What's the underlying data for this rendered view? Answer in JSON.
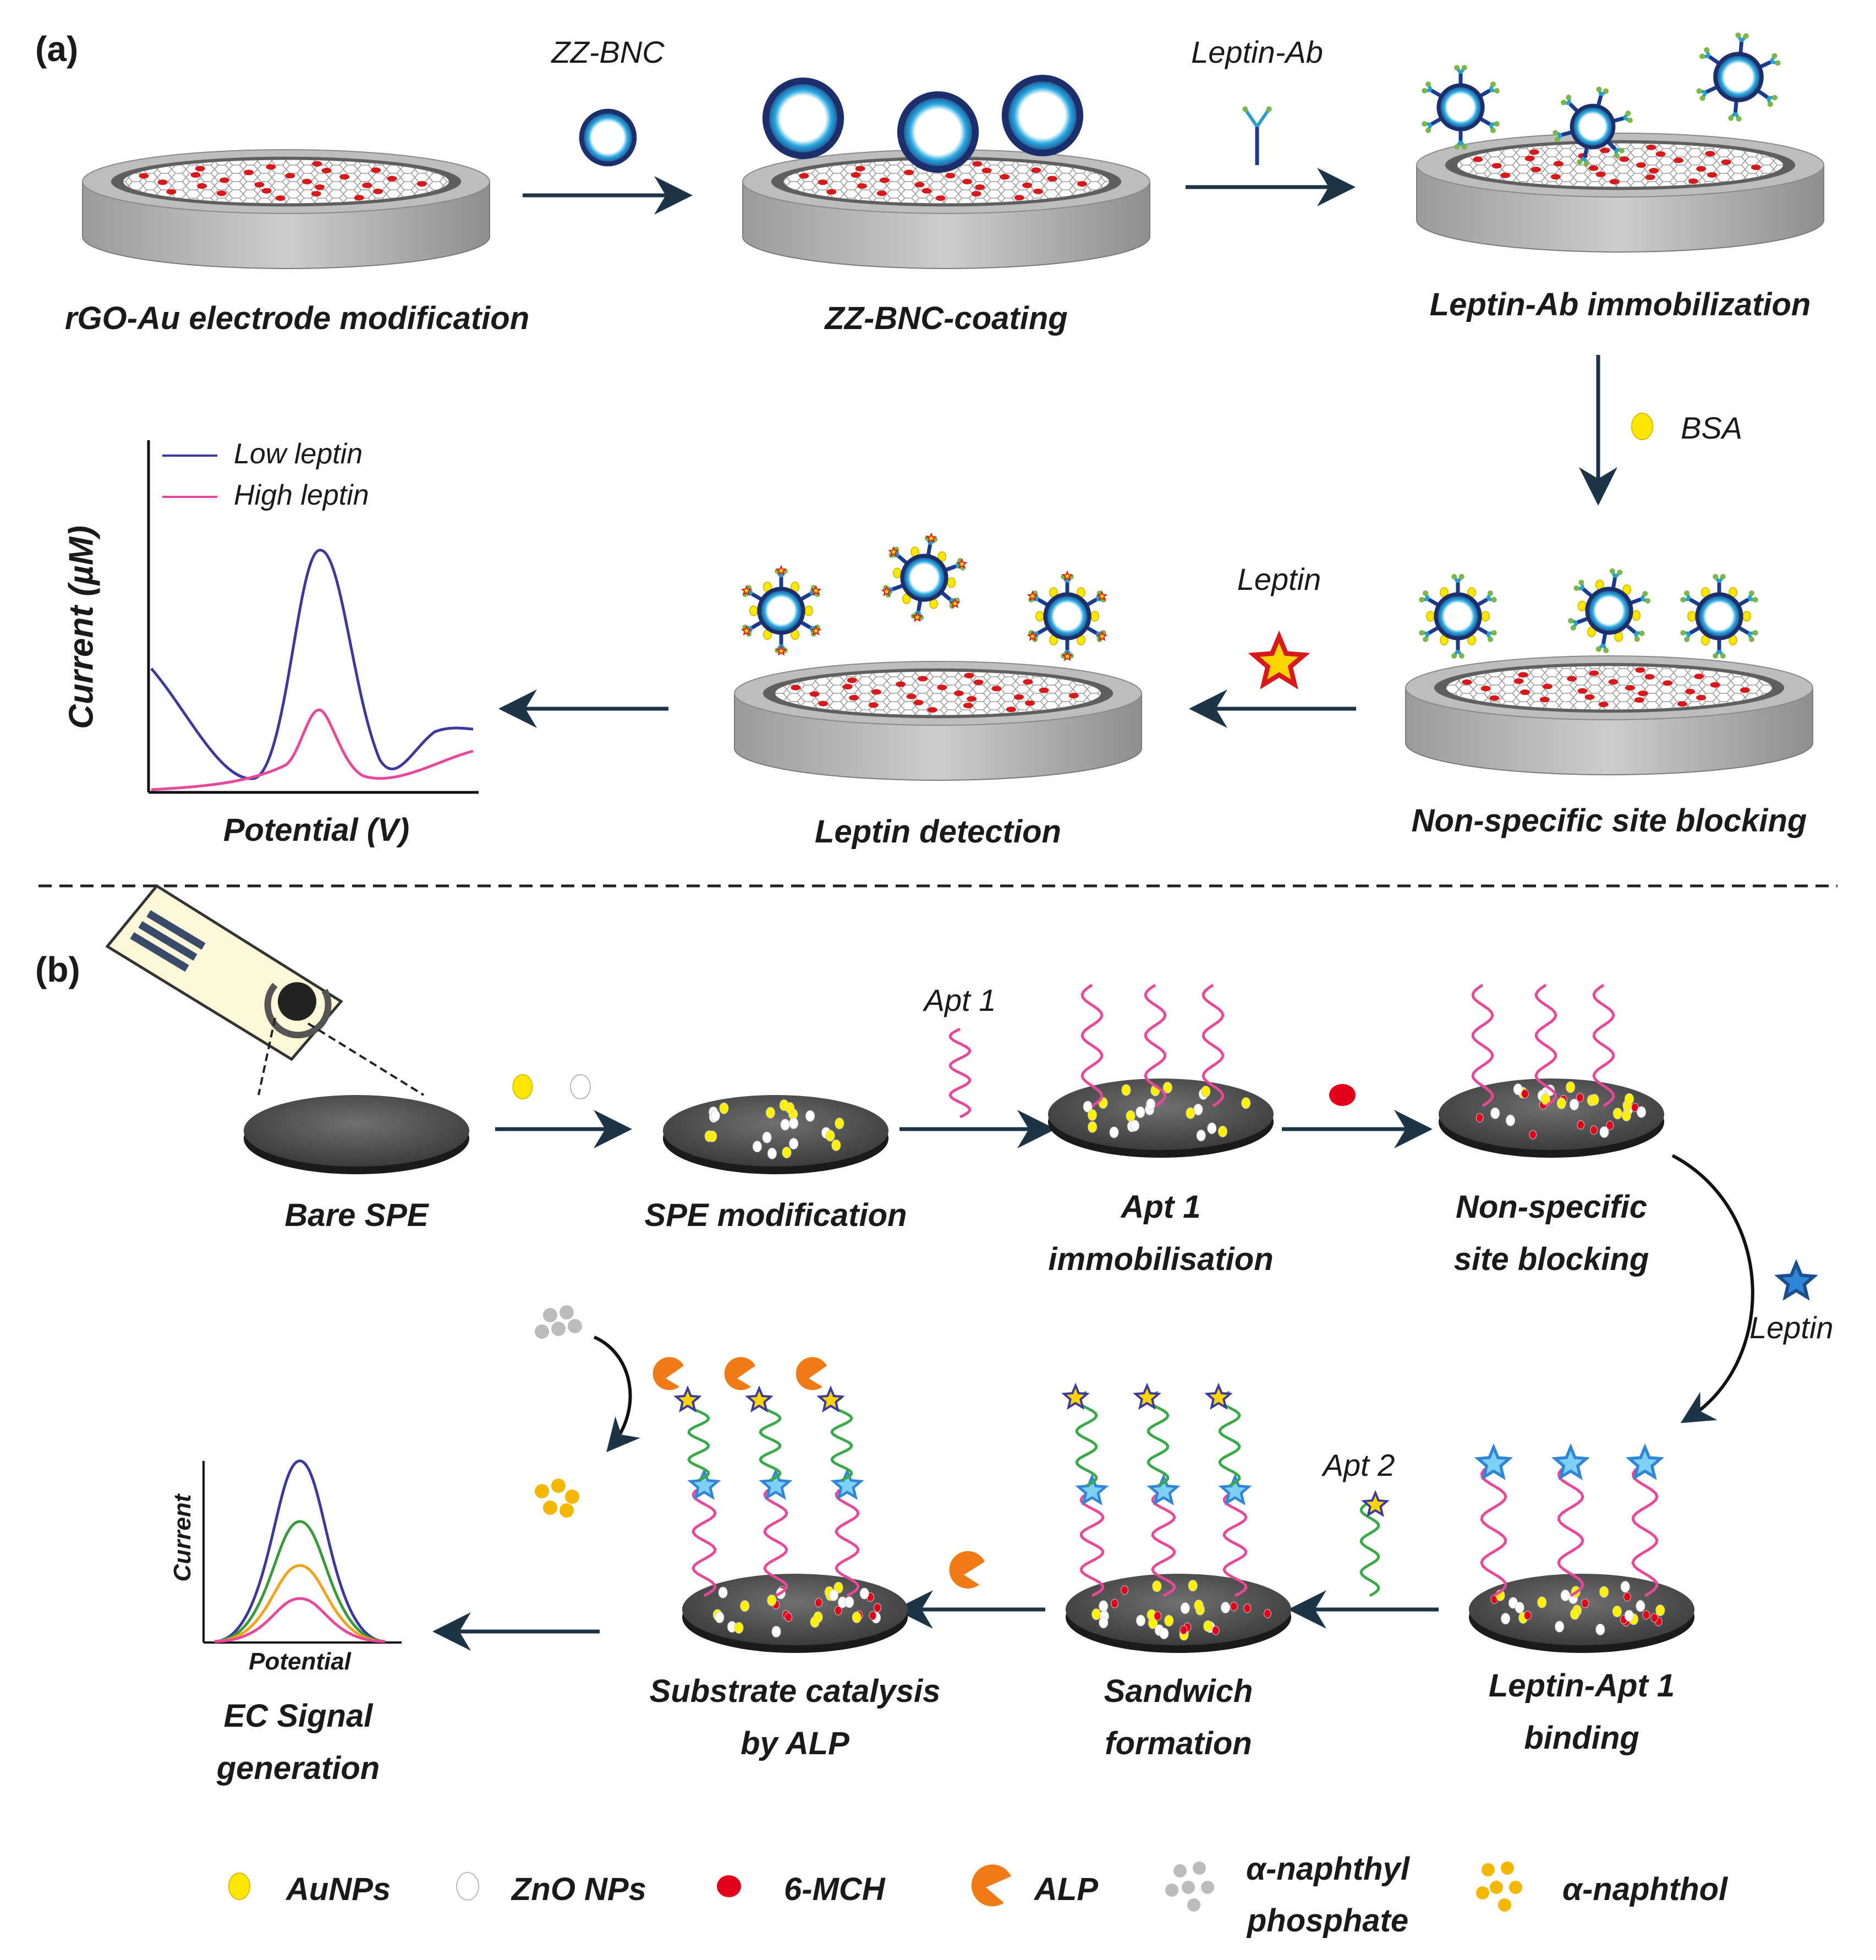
{
  "panel_a": {
    "label": "(a)",
    "steps": {
      "electrode": "rGO-Au electrode modification",
      "coating": "ZZ-BNC-coating",
      "ab_immob": "Leptin-Ab immobilization",
      "blocking": "Non-specific site blocking",
      "detection": "Leptin detection"
    },
    "reagents": {
      "zzbnc": "ZZ-BNC",
      "leptin_ab": "Leptin-Ab",
      "bsa": "BSA",
      "leptin": "Leptin"
    },
    "plot": {
      "xlabel": "Potential (V)",
      "ylabel": "Current (µM)",
      "legend": [
        "Low leptin",
        "High leptin"
      ],
      "colors": {
        "low": "#3b3a9c",
        "high": "#e8489a"
      }
    }
  },
  "panel_b": {
    "label": "(b)",
    "steps": {
      "bare": "Bare SPE",
      "modification": "SPE modification",
      "apt1_l1": "Apt 1",
      "apt1_l2": "immobilisation",
      "block_l1": "Non-specific",
      "block_l2": "site blocking",
      "binding_l1": "Leptin-Apt 1",
      "binding_l2": "binding",
      "sandwich_l1": "Sandwich",
      "sandwich_l2": "formation",
      "catalysis_l1": "Substrate catalysis",
      "catalysis_l2": "by ALP",
      "signal_l1": "EC Signal",
      "signal_l2": "generation"
    },
    "reagents": {
      "apt1": "Apt 1",
      "apt2": "Apt 2",
      "leptin": "Leptin"
    },
    "plot": {
      "xlabel": "Potential",
      "ylabel": "Current",
      "colors": [
        "#3b3a9c",
        "#3a9a3a",
        "#f4a21c",
        "#e8489a"
      ]
    },
    "legend": [
      {
        "label": "AuNPs",
        "icon": "yellow-dot-icon"
      },
      {
        "label": "ZnO NPs",
        "icon": "white-dot-icon"
      },
      {
        "label": "6-MCH",
        "icon": "red-dot-icon"
      },
      {
        "label": "ALP",
        "icon": "alp-pacman-icon"
      },
      {
        "label": "α-naphthyl\nphosphate",
        "icon": "grey-cluster-icon"
      },
      {
        "label": "α-naphthol",
        "icon": "orange-cluster-icon"
      }
    ]
  }
}
